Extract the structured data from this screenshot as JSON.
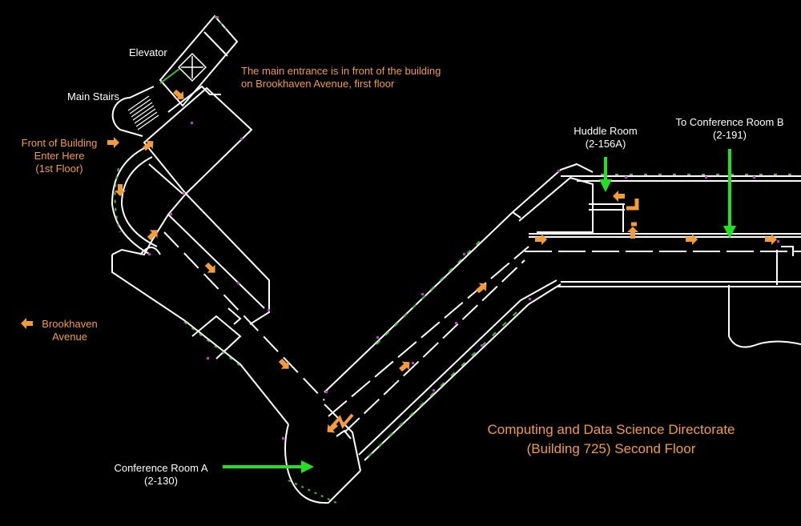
{
  "labels": {
    "elevator": "Elevator",
    "main_stairs": "Main Stairs",
    "entrance_note_line1": "The main entrance is in front of the building",
    "entrance_note_line2": "on Brookhaven Avenue, first floor",
    "front_line1": "Front of Building",
    "front_line2": "Enter Here",
    "front_line3": "(1st Floor)",
    "huddle_name": "Huddle Room",
    "huddle_number": "(2-156A)",
    "conf_b_name": "To Conference Room B",
    "conf_b_number": "(2-191)",
    "brookhaven_line1": "Brookhaven",
    "brookhaven_line2": "Avenue",
    "conf_a_name": "Conference Room A",
    "conf_a_number": "(2-130)",
    "title_line1": "Computing and Data Science Directorate",
    "title_line2": "(Building 725) Second Floor"
  },
  "icons": {
    "orange_arrow": "route-arrow-icon",
    "green_arrow": "destination-arrow-icon",
    "left_arrow": "left-arrow-icon",
    "elevator": "elevator-icon",
    "stairs": "stairs-icon"
  },
  "colors": {
    "background": "#000000",
    "walls": "#ffffff",
    "route_arrows": "#f39c39",
    "destination_arrows": "#22e022",
    "doors": "#cc33cc",
    "windows": "#3fbf3f"
  }
}
